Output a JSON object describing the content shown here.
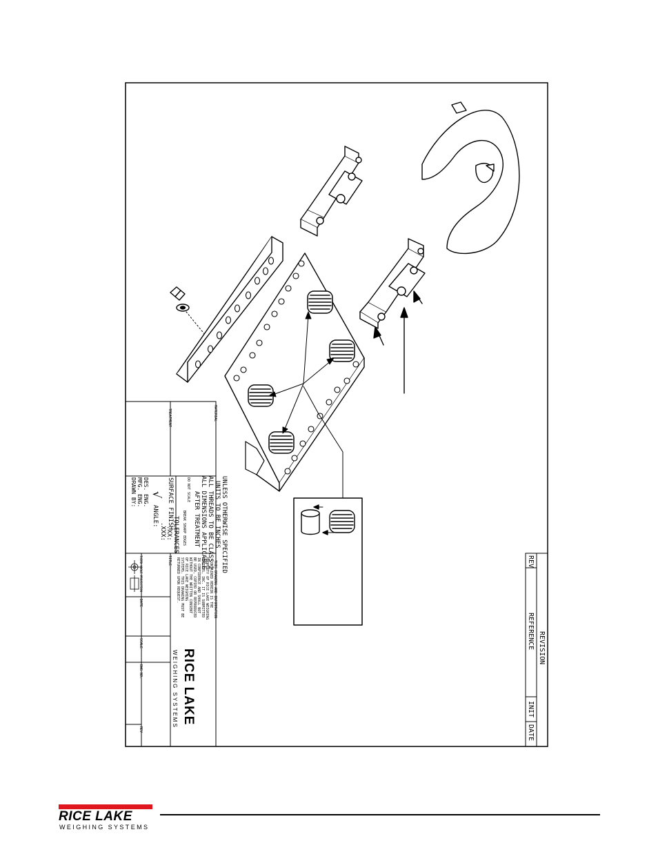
{
  "titleblock": {
    "notes": [
      "UNLESS OTHERWISE SPECIFIED",
      "UNITS TO BE INCHES",
      "ALL THREADS TO BE CLASS 2",
      "ALL DIMENSIONS APPLICABLE",
      "AFTER TREATMENT"
    ],
    "do_not_scale": "DO NOT SCALE",
    "break_edges": "BREAK SHARP EDGES",
    "surface_finish": "SURFACE FINISH",
    "tolerances": "TOLERANCES",
    "tol_xx": ".XX:",
    "tol_xxx": ".XXX:",
    "tol_angle": "ANGLE:",
    "des_eng": "DES. ENG.",
    "mfg_eng": "MFG. ENG.",
    "drawn_by": "DRAWN BY:",
    "material_label": "MATERIAL",
    "treatment_label": "TREATMENT",
    "proprietary": [
      "THIS DRAWING AND INFORMATION",
      "CONTAINED HEREIN IS THE",
      "PROPERTY OF RICE LAKE WEIGHING",
      "SYSTEMS, INC. IT IS SUBMITTED",
      "IN CONFIDENCE AND SHALL NOT",
      "BE USED, COPIED OR REPRODUCED",
      "WITHOUT THE WRITTEN CONSENT",
      "OF RICE LAKE WEIGHING",
      "SYSTEMS. THIS DRAWING MUST BE",
      "RETURNED UPON REQUEST."
    ],
    "title_label": "TITLE",
    "third_angle": "THIRD ANGLE PROJECTION",
    "date_label": "DATE",
    "scale_label": "SCALE",
    "dwg_no_label": "DWG NO.",
    "rev_label": "REV",
    "company_name": "RICE LAKE",
    "company_sub": "WEIGHING SYSTEMS"
  },
  "revision_block": {
    "title": "REVISION",
    "rev": "REV",
    "reference": "REFERENCE",
    "init": "INIT",
    "date": "DATE"
  },
  "footer": {
    "logo_name": "RICE LAKE",
    "logo_sub": "WEIGHING SYSTEMS",
    "logo_color": "#e0161e"
  }
}
